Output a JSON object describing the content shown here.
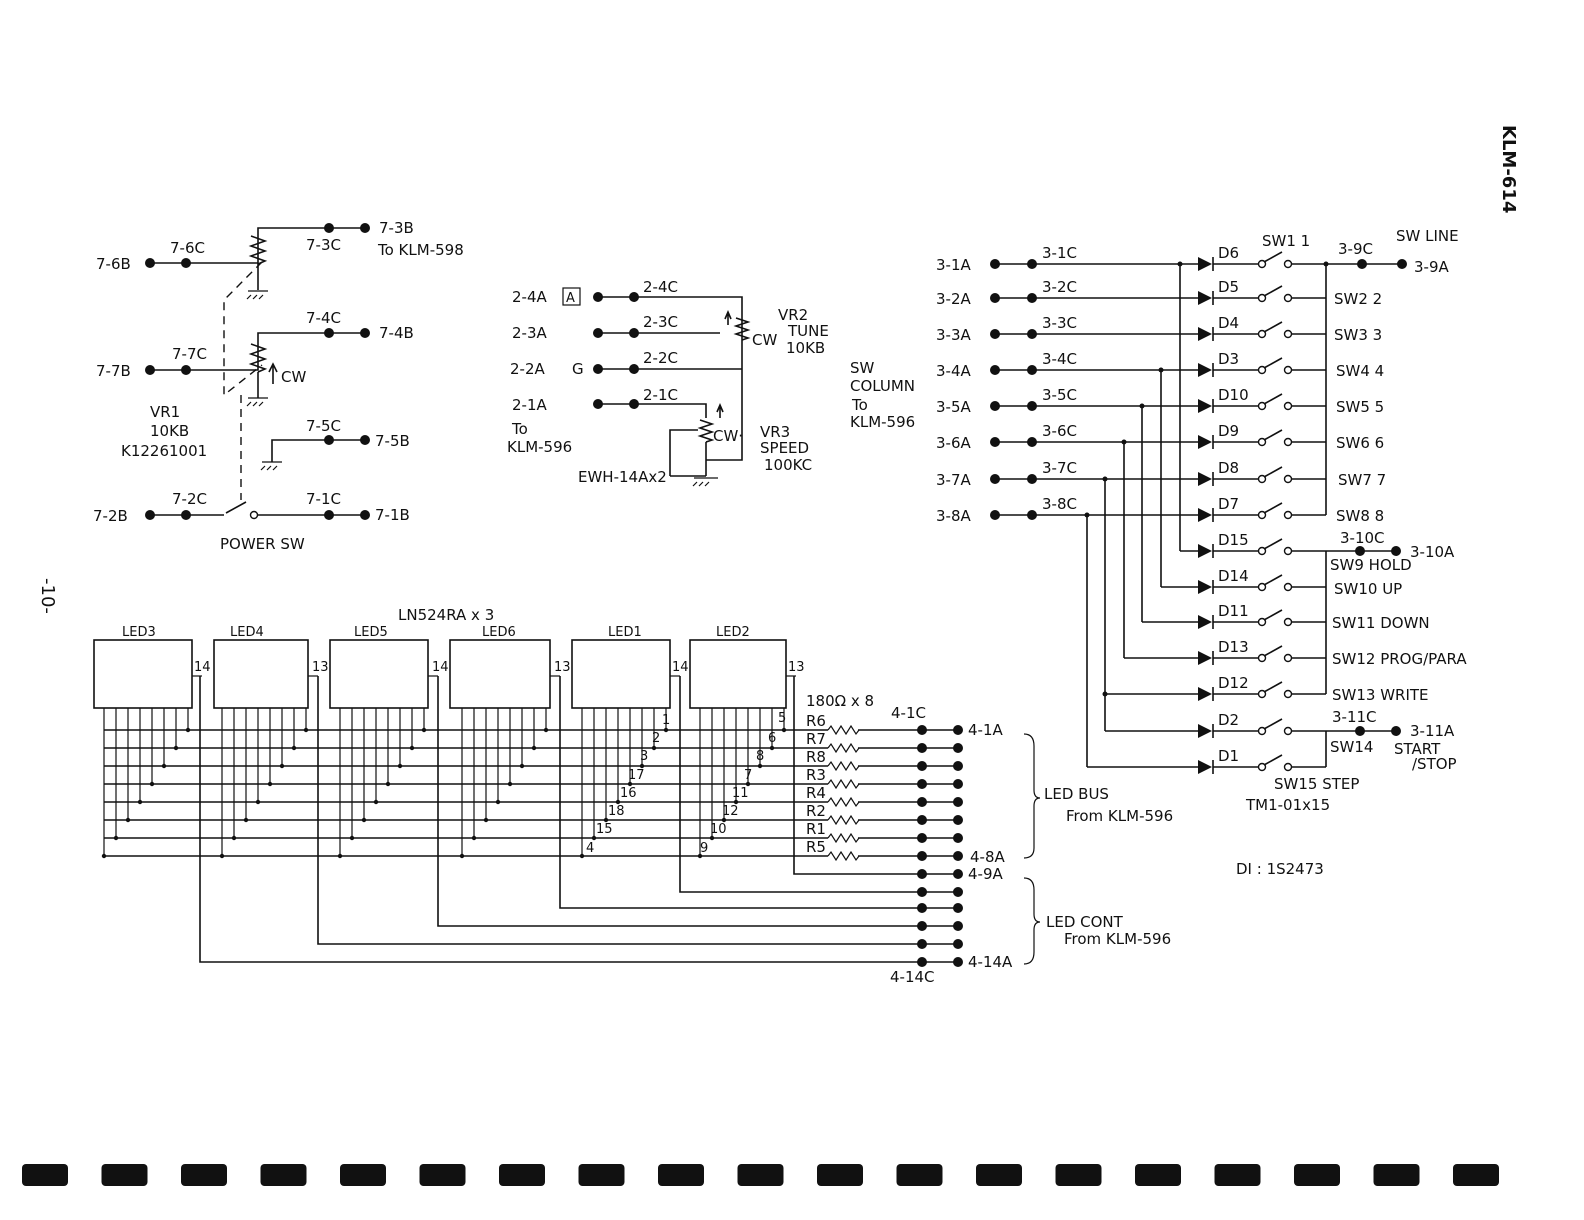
{
  "header": {
    "model": "KLM-614",
    "page_number": "-10-"
  },
  "power": {
    "terminals": [
      "7-6B",
      "7-6C",
      "7-3C",
      "7-3B",
      "7-4C",
      "7-4B",
      "7-7B",
      "7-7C",
      "7-5C",
      "7-5B",
      "7-2B",
      "7-2C",
      "7-1C",
      "7-1B"
    ],
    "to_label": "To KLM-598",
    "cw_label": "CW",
    "vr1_name": "VR1",
    "vr1_value": "10KB",
    "vr1_part": "K12261001",
    "power_sw": "POWER SW"
  },
  "tune": {
    "terminals": [
      "2-4A",
      "2-4C",
      "2-3A",
      "2-3C",
      "2-2A",
      "2-2C",
      "2-1A",
      "2-1C"
    ],
    "box_mark": "A",
    "g_mark": "G",
    "to_label": "To",
    "to_target": "KLM-596",
    "vr2_name": "VR2",
    "vr2_func": "TUNE",
    "vr2_value": "10KB",
    "vr3_name": "VR3",
    "vr3_func": "SPEED",
    "vr3_value": "100KC",
    "cw_label": "CW",
    "cw2_label": "CW·",
    "connector": "EWH-14Ax2"
  },
  "switch_matrix": {
    "column_label": [
      "SW",
      "COLUMN",
      "To",
      "KLM-596"
    ],
    "column_a": [
      "3-1A",
      "3-2A",
      "3-3A",
      "3-4A",
      "3-5A",
      "3-6A",
      "3-7A",
      "3-8A"
    ],
    "column_c": [
      "3-1C",
      "3-2C",
      "3-3C",
      "3-4C",
      "3-5C",
      "3-6C",
      "3-7C",
      "3-8C"
    ],
    "line_label": "SW LINE",
    "diodes": [
      "D6",
      "D5",
      "D4",
      "D3",
      "D10",
      "D9",
      "D8",
      "D7",
      "D15",
      "D14",
      "D11",
      "D13",
      "D12",
      "D2",
      "D1"
    ],
    "switches": [
      "SW1  1",
      "SW2  2",
      "SW3  3",
      "SW4  4",
      "SW5  5",
      "SW6  6",
      "SW7  7",
      "SW8  8",
      "SW9 HOLD",
      "SW10  UP",
      "SW11   DOWN",
      "SW12  PROG/PARA",
      "SW13   WRITE",
      "SW14",
      "SW15  STEP"
    ],
    "line_terms": {
      "c9": "3-9C",
      "a9": "3-9A",
      "c10": "3-10C",
      "a10": "3-10A",
      "c11": "3-11C",
      "a11": "3-11A"
    },
    "start_stop": [
      "START",
      "/STOP"
    ],
    "switch_part": "TM1-01x15",
    "diode_part": "DI : 1S2473"
  },
  "leds": {
    "part_label": "LN524RA x 3",
    "names": [
      "LED3",
      "LED4",
      "LED5",
      "LED6",
      "LED1",
      "LED2"
    ],
    "pins": [
      "14",
      "13",
      "14",
      "13",
      "14",
      "13"
    ],
    "resistor_label": "180Ω x 8",
    "resistors": [
      "R6",
      "R7",
      "R8",
      "R3",
      "R4",
      "R2",
      "R1",
      "R5"
    ],
    "seg_pins": [
      "1",
      "2",
      "3",
      "17",
      "16",
      "18",
      "15",
      "4",
      "5",
      "6",
      "8",
      "7",
      "11",
      "12",
      "10",
      "9"
    ],
    "bus_c_top": "4-1C",
    "bus_a_top": "4-1A",
    "bus_8a": "4-8A",
    "bus_9a": "4-9A",
    "bus_14a": "4-14A",
    "bus_14c": "4-14C",
    "bus_label": "LED BUS",
    "bus_from": "From KLM-596",
    "cont_label": "LED CONT",
    "cont_from": "From KLM-596"
  }
}
